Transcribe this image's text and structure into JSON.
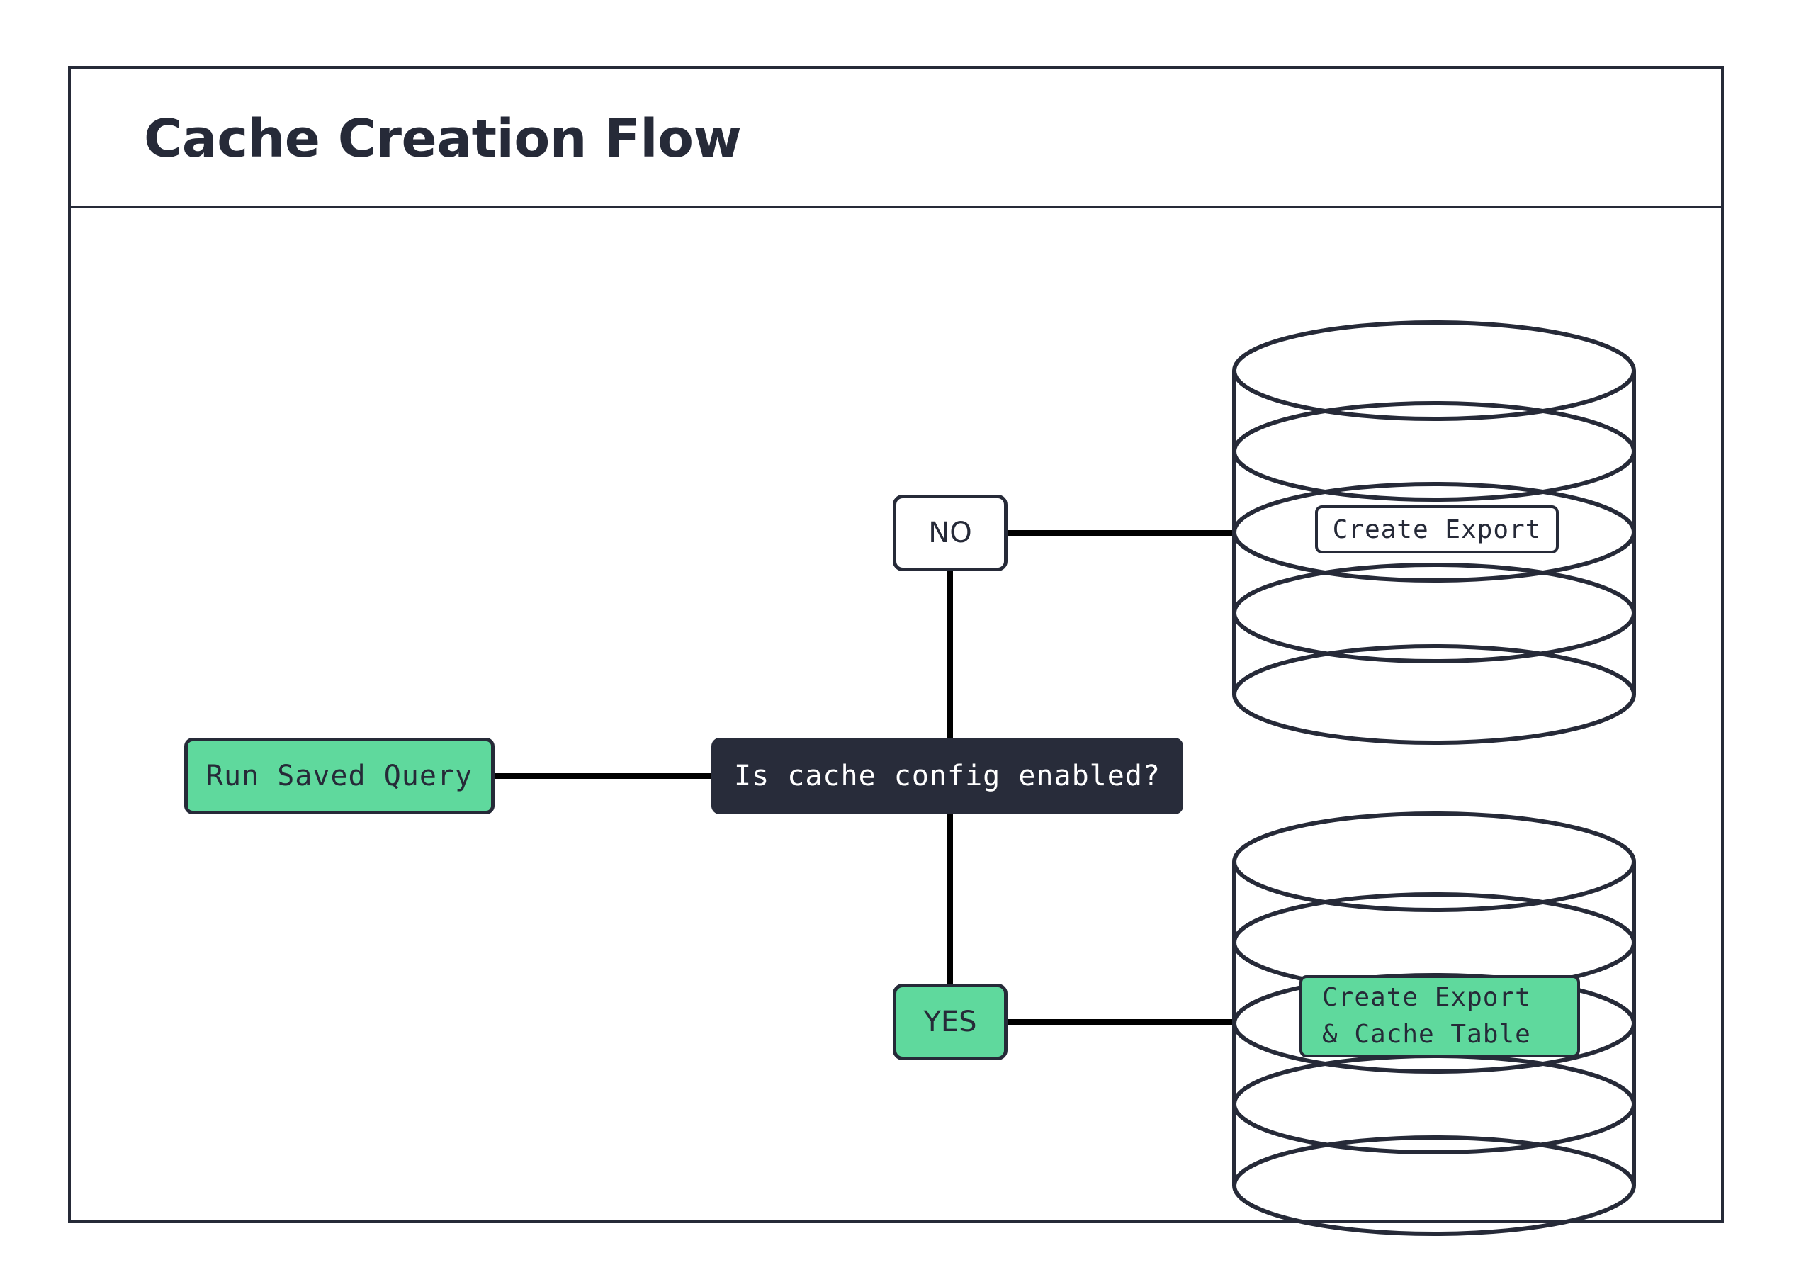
{
  "frame": {
    "title": "Cache Creation Flow"
  },
  "colors": {
    "ink": "#262a38",
    "decision_fill": "#282c3a",
    "accent_green": "#5fd99d",
    "page_background": "#ffffff",
    "connector": "#000000"
  },
  "nodes": {
    "run_saved_query": {
      "label": "Run Saved Query",
      "shape": "rounded-rect",
      "fill": "#5fd99d"
    },
    "decision": {
      "label": "Is cache config enabled?",
      "shape": "rounded-rect",
      "fill": "#282c3a"
    },
    "branch_no": {
      "label": "NO",
      "shape": "rounded-rect",
      "fill": "#ffffff"
    },
    "branch_yes": {
      "label": "YES",
      "shape": "rounded-rect",
      "fill": "#5fd99d"
    },
    "export_db": {
      "label": "Create Export",
      "shape": "cylinder",
      "fill": "#ffffff"
    },
    "export_cache_db": {
      "label_line1": "Create Export",
      "label_line2": "& Cache Table",
      "shape": "cylinder",
      "fill": "#5fd99d"
    }
  },
  "edges": [
    {
      "from": "run_saved_query",
      "to": "decision",
      "label": ""
    },
    {
      "from": "decision",
      "to": "branch_no",
      "label": "NO"
    },
    {
      "from": "decision",
      "to": "branch_yes",
      "label": "YES"
    },
    {
      "from": "branch_no",
      "to": "export_db",
      "label": ""
    },
    {
      "from": "branch_yes",
      "to": "export_cache_db",
      "label": ""
    }
  ]
}
